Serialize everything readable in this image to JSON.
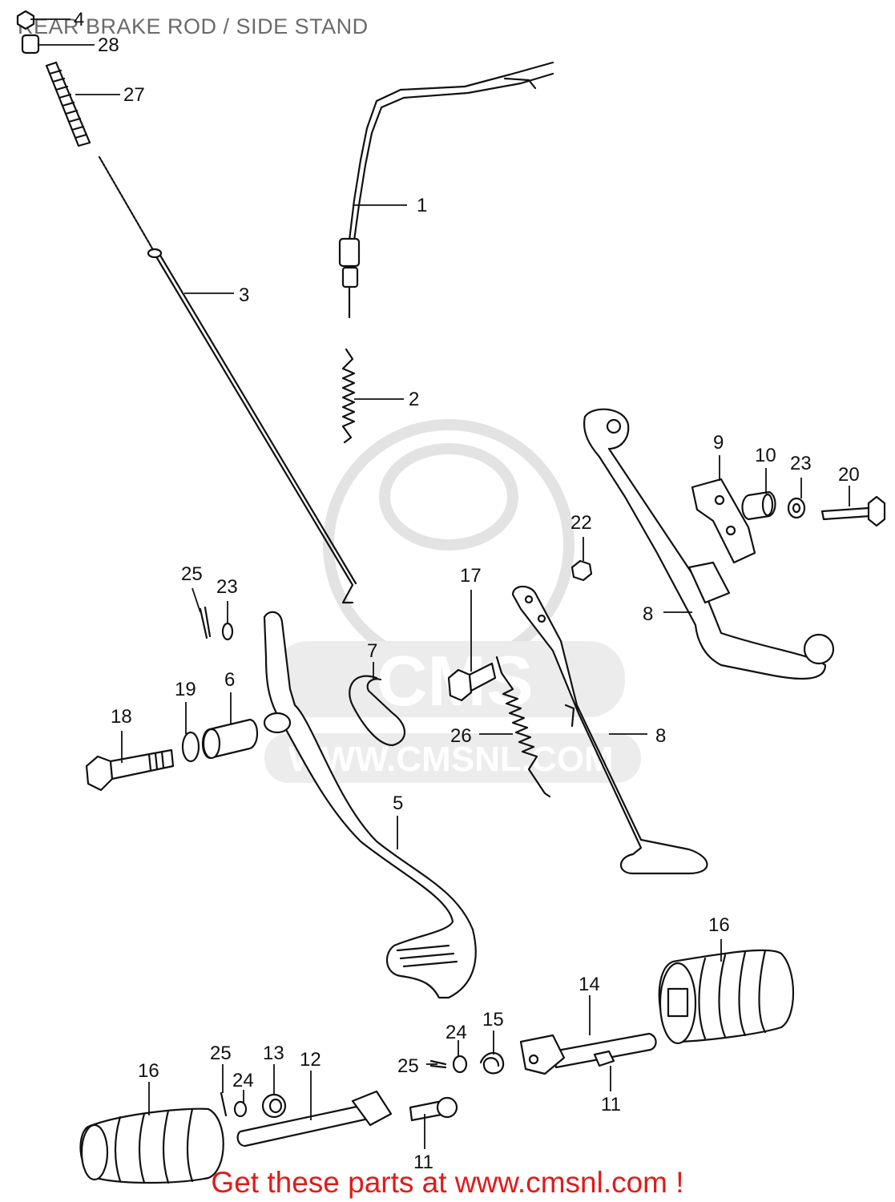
{
  "title": "REAR BRAKE ROD / SIDE STAND",
  "watermark": {
    "logo_text": "CMS",
    "url_text": "WWW.CMSNL.COM"
  },
  "footer": "Get these parts at www.cmsnl.com !",
  "colors": {
    "footer": "#e21a1a",
    "title": "#6a6a6a",
    "lines": "#111111",
    "watermark": "#e3e3e3"
  },
  "callouts": [
    "1",
    "2",
    "3",
    "4",
    "5",
    "6",
    "7",
    "8",
    "8",
    "9",
    "10",
    "11",
    "11",
    "12",
    "13",
    "14",
    "15",
    "16",
    "16",
    "17",
    "18",
    "19",
    "20",
    "22",
    "23",
    "23",
    "24",
    "24",
    "25",
    "25",
    "25",
    "26",
    "27",
    "28"
  ]
}
